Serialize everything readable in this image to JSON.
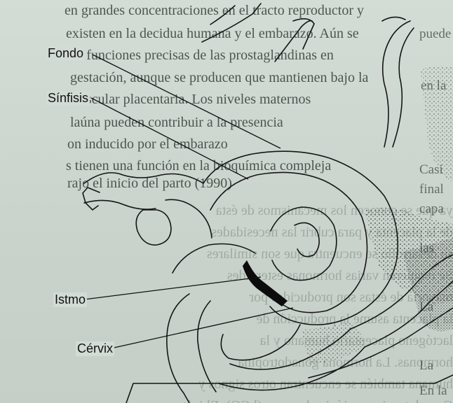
{
  "figure": {
    "labels": {
      "fondo": "Fondo",
      "sinfisis": "Sínfisis",
      "istmo": "Istmo",
      "cervix": "Cérvix"
    }
  },
  "page_text": {
    "lines": [
      "en grandes concentraciones en el tracto reproductor y",
      "existen en la decidua humana y el embarazo. Aún se",
      "las funciones precisas de las prostaglandinas en",
      "gestación, aunque se producen que mantienen bajo la",
      "vascular placentaria. Los niveles maternos",
      "laúna pueden contribuir a la presencia",
      "on inducido por el embarazo",
      "s tienen una función en la bioquímica compleja",
      "rajo el inicio del parto (1990)"
    ],
    "right_column": [
      "puede",
      "en la",
      "Casi",
      "final",
      "capa",
      "las",
      "La",
      "La",
      "En la"
    ]
  },
  "bleed_through": [
    "ya que se conocen los mecanismos de ésta",
    "de la placenta y para cubrir las necesidades",
    "su desarrollo se encuentra que son similares",
    "Se requieren varias hormonas esteroides",
    "mayoría de éstas son producidas por",
    "la placenta asume la producción de",
    "lactógeno placentario humano y la",
    "hormonas. La hormona gonadotropina",
    "humana también se encuentran otros signos y",
    "Gonadotropina coriónica humana (hCG). El isótopo"
  ]
}
